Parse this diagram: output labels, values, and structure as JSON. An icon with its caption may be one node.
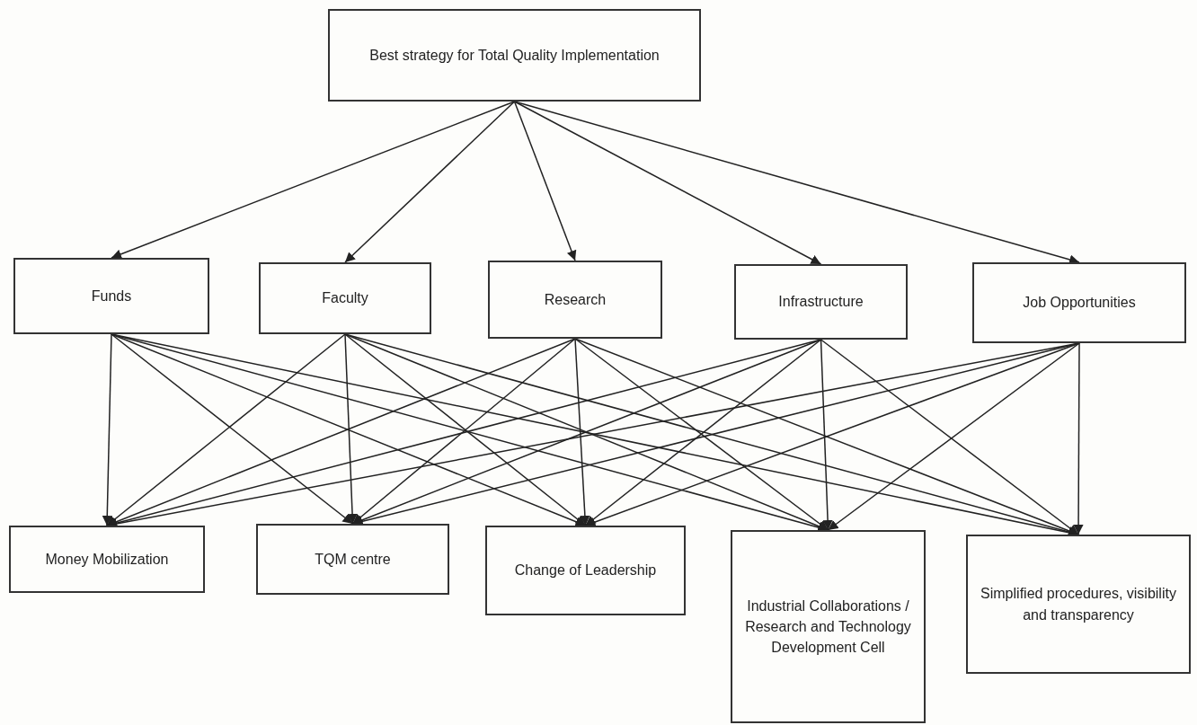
{
  "diagram": {
    "nodes": [
      {
        "text": [
          "Best strategy for Total Quality Implementation"
        ]
      },
      {
        "text": [
          "Funds"
        ]
      },
      {
        "text": [
          "Faculty"
        ]
      },
      {
        "text": [
          "Research"
        ]
      },
      {
        "text": [
          "Infrastructure"
        ]
      },
      {
        "text": [
          "Job Opportunities"
        ]
      },
      {
        "text": [
          "Money Mobilization"
        ]
      },
      {
        "text": [
          "TQM centre"
        ]
      },
      {
        "text": [
          "Change of Leadership"
        ]
      },
      {
        "text": [
          "Industrial Collaborations / Research and Technology Development Cell"
        ]
      },
      {
        "text": [
          "Simplified procedures, visibility and transparency"
        ]
      }
    ],
    "edges": [
      {
        "from": 0,
        "to": 1,
        "arrow": "to"
      },
      {
        "from": 0,
        "to": 2,
        "arrow": "to"
      },
      {
        "from": 0,
        "to": 3,
        "arrow": "to"
      },
      {
        "from": 0,
        "to": 4,
        "arrow": "to"
      },
      {
        "from": 0,
        "to": 5,
        "arrow": "to"
      },
      {
        "from": 1,
        "to": 6,
        "arrow": "to"
      },
      {
        "from": 1,
        "to": 7,
        "arrow": "to"
      },
      {
        "from": 1,
        "to": 8,
        "arrow": "to"
      },
      {
        "from": 1,
        "to": 9,
        "arrow": "to"
      },
      {
        "from": 1,
        "to": 10,
        "arrow": "to"
      },
      {
        "from": 2,
        "to": 6,
        "arrow": "to"
      },
      {
        "from": 2,
        "to": 7,
        "arrow": "to"
      },
      {
        "from": 2,
        "to": 8,
        "arrow": "to"
      },
      {
        "from": 2,
        "to": 9,
        "arrow": "to"
      },
      {
        "from": 2,
        "to": 10,
        "arrow": "to"
      },
      {
        "from": 3,
        "to": 6,
        "arrow": "to"
      },
      {
        "from": 3,
        "to": 7,
        "arrow": "to"
      },
      {
        "from": 3,
        "to": 8,
        "arrow": "to"
      },
      {
        "from": 3,
        "to": 9,
        "arrow": "to"
      },
      {
        "from": 3,
        "to": 10,
        "arrow": "to"
      },
      {
        "from": 4,
        "to": 6,
        "arrow": "to"
      },
      {
        "from": 4,
        "to": 7,
        "arrow": "to"
      },
      {
        "from": 4,
        "to": 8,
        "arrow": "to"
      },
      {
        "from": 4,
        "to": 9,
        "arrow": "to"
      },
      {
        "from": 4,
        "to": 10,
        "arrow": "to"
      },
      {
        "from": 5,
        "to": 6,
        "arrow": "to"
      },
      {
        "from": 5,
        "to": 7,
        "arrow": "to"
      },
      {
        "from": 5,
        "to": 8,
        "arrow": "to"
      },
      {
        "from": 5,
        "to": 9,
        "arrow": "to"
      },
      {
        "from": 5,
        "to": 10,
        "arrow": "to"
      }
    ]
  }
}
